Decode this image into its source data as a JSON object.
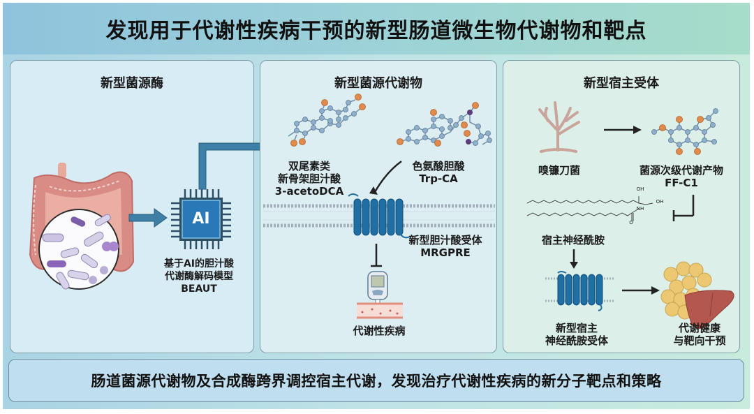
{
  "title": "发现用于代谢性疾病干预的新型肠道微生物代谢物和靶点",
  "panels": {
    "left": {
      "title": "新型菌源酶",
      "ai_chip_label": "AI",
      "model_label_lines": [
        "基于AI的胆汁酸",
        "代谢酶解码模型",
        "BEAUT"
      ]
    },
    "middle": {
      "title": "新型菌源代谢物",
      "metabolite1_lines": [
        "双尾素类",
        "新骨架胆汁酸",
        "3-acetoDCA"
      ],
      "metabolite2_lines": [
        "色氨酸胆酸",
        "Trp-CA"
      ],
      "receptor_lines": [
        "新型胆汁酸受体",
        "MRGPRE"
      ],
      "disease_label": "代谢性疾病"
    },
    "right": {
      "title": "新型宿主受体",
      "fungus_label": "嗅镰刀菌",
      "secondary_metabolite_lines": [
        "菌源次级代谢产物",
        "FF-C1"
      ],
      "ceramide_label": "宿主神经酰胺",
      "ceramide_groups": [
        "OH",
        "OH",
        "NH",
        "O"
      ],
      "host_receptor_lines": [
        "新型宿主",
        "神经酰胺受体"
      ],
      "outcome_lines": [
        "代谢健康",
        "与靶向干预"
      ]
    }
  },
  "summary": "肠道菌源代谢物及合成酶跨界调控宿主代谢，发现治疗代谢性疾病的新分子靶点和策略",
  "colors": {
    "arrow_blue": "#3d7fa6",
    "chip_blue": "#2a78b5",
    "receptor_blue": "#1f6fa5",
    "molecule_node": "#8fb0cc",
    "molecule_oxygen": "#e08a4c",
    "molecule_nitrogen": "#5a3d7a",
    "intestine": "#d98b86",
    "liver": "#b3574f",
    "fat": "#ecc872"
  }
}
